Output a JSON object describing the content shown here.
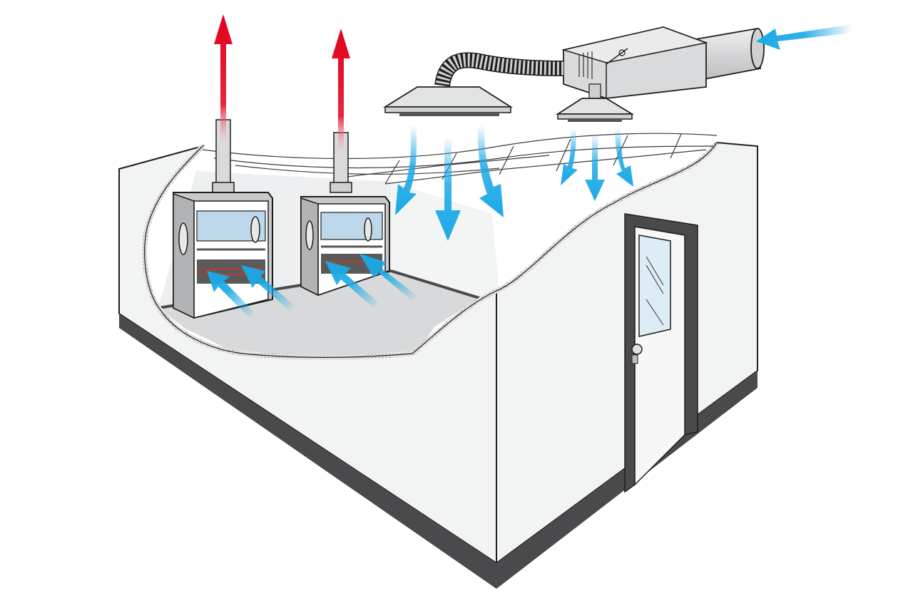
{
  "diagram": {
    "elements": [
      {
        "id": "fume-hood-1",
        "kind": "fume-hood"
      },
      {
        "id": "fume-hood-2",
        "kind": "fume-hood"
      },
      {
        "id": "exhaust-duct-1",
        "kind": "exhaust-duct"
      },
      {
        "id": "exhaust-duct-2",
        "kind": "exhaust-duct"
      },
      {
        "id": "supply-air-unit",
        "kind": "air-handling-unit"
      },
      {
        "id": "supply-diffuser-1",
        "kind": "ceiling-diffuser"
      },
      {
        "id": "supply-diffuser-2",
        "kind": "ceiling-diffuser"
      },
      {
        "id": "lab-room",
        "kind": "room-cutaway"
      },
      {
        "id": "door",
        "kind": "door-with-window"
      }
    ],
    "flows": [
      {
        "id": "outside-air-intake",
        "type": "supply",
        "from": "outside",
        "to": "supply-air-unit"
      },
      {
        "id": "diffuser-1-supply",
        "type": "supply",
        "from": "supply-diffuser-1",
        "to": "lab-room"
      },
      {
        "id": "diffuser-2-supply",
        "type": "supply",
        "from": "supply-diffuser-2",
        "to": "lab-room"
      },
      {
        "id": "hood-1-capture",
        "type": "capture",
        "from": "lab-room",
        "to": "fume-hood-1"
      },
      {
        "id": "hood-2-capture",
        "type": "capture",
        "from": "lab-room",
        "to": "fume-hood-2"
      },
      {
        "id": "hood-1-exhaust",
        "type": "exhaust",
        "from": "fume-hood-1",
        "to": "outside"
      },
      {
        "id": "hood-2-exhaust",
        "type": "exhaust",
        "from": "fume-hood-2",
        "to": "outside"
      }
    ],
    "colors": {
      "supply_air": "#1ba9e6",
      "exhaust_air": "#e3001b",
      "wall": "#f2f3f3",
      "floor": "#d8d9da",
      "baseboard": "#4a4a4c",
      "outline": "#1e1e1e",
      "glass": "#bcd8ea",
      "duct_metal": "#d6d7d8"
    }
  }
}
